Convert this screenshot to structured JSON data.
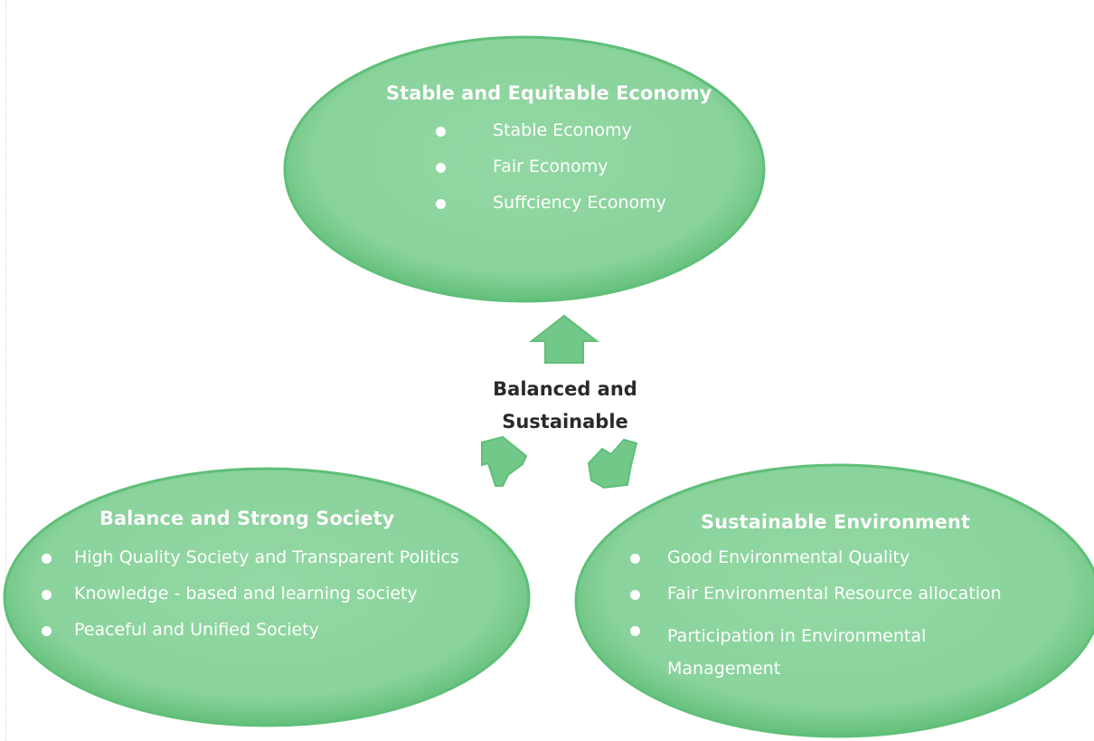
{
  "center": {
    "label": "Balanced and Sustainable"
  },
  "economy": {
    "title": "Stable and Equitable Economy",
    "items": [
      "Stable Economy",
      "Fair Economy",
      "Suffciency Economy"
    ]
  },
  "society": {
    "title": "Balance and Strong Society",
    "items": [
      "High Quality Society and Transparent Politics",
      "Knowledge - based and learning society",
      "Peaceful and Unified Society"
    ]
  },
  "environment": {
    "title": "Sustainable Environment",
    "items": [
      "Good  Environmental  Quality",
      "Fair Environmental Resource allocation",
      "Participation in Environmental Management"
    ]
  },
  "colors": {
    "ellipse_fill": "#8fd4a0",
    "ellipse_edge": "#5fbf78",
    "arrow_fill": "#72c889",
    "text_light": "#ffffff",
    "text_dark": "#2a2a2a"
  }
}
